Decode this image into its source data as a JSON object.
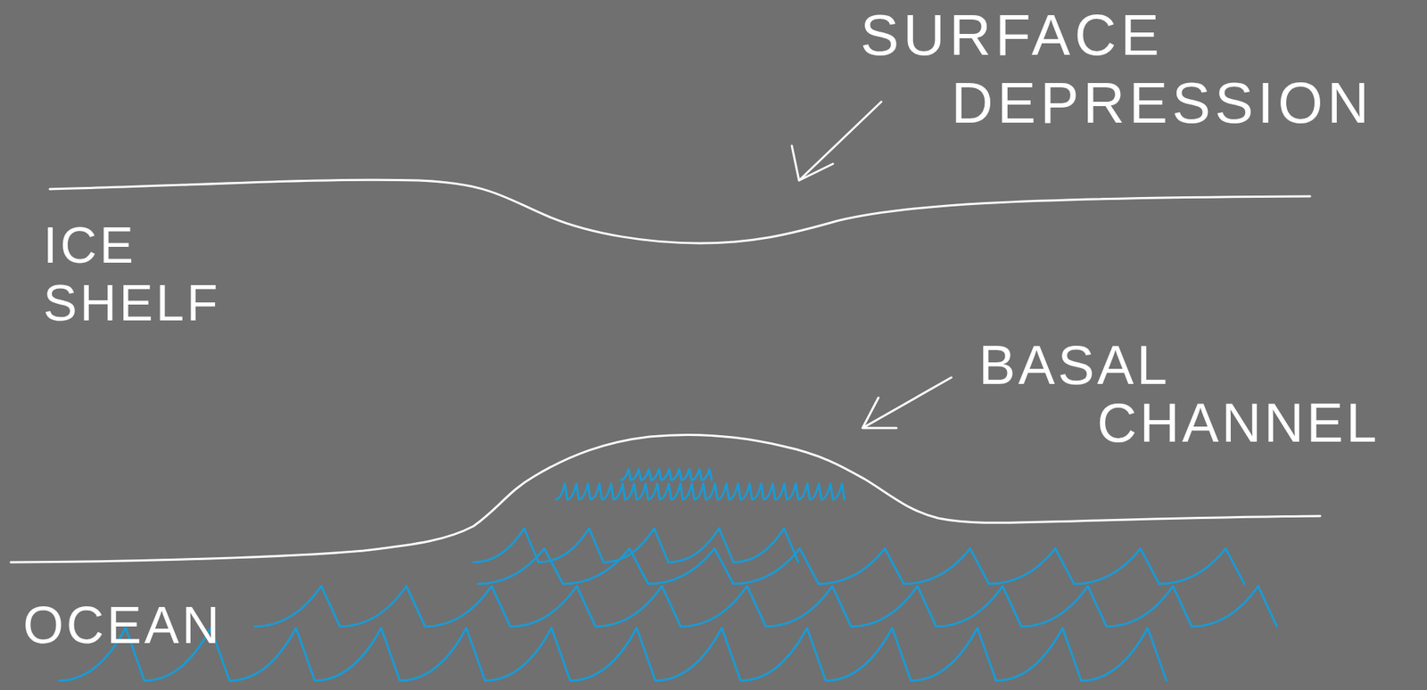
{
  "diagram": {
    "labels": [
      "SURFACE DEPRESSION",
      "ICE SHELF",
      "BASAL CHANNEL",
      "OCEAN"
    ]
  }
}
